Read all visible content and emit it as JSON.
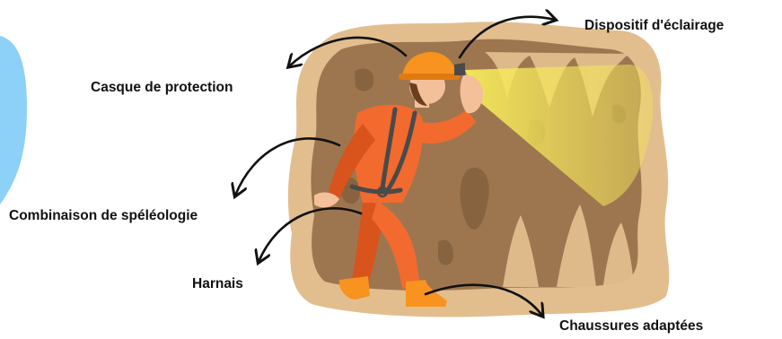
{
  "labels": {
    "lighting": "Dispositif d'éclairage",
    "helmet": "Casque de protection",
    "suit": "Combinaison de spéléologie",
    "harness": "Harnais",
    "shoes": "Chaussures adaptées"
  },
  "colors": {
    "cave_outer": "#E2BE8E",
    "cave_inner": "#9D7650",
    "rock_shade": "#876340",
    "light_beam": "#F3E15C",
    "suit": "#F26A2E",
    "suit_shade": "#D9531D",
    "helmet": "#F7931E",
    "skin": "#F4C09A",
    "harness": "#4A4A4A",
    "blue_shape": "#8DD0F8",
    "arrows": "#111111"
  }
}
